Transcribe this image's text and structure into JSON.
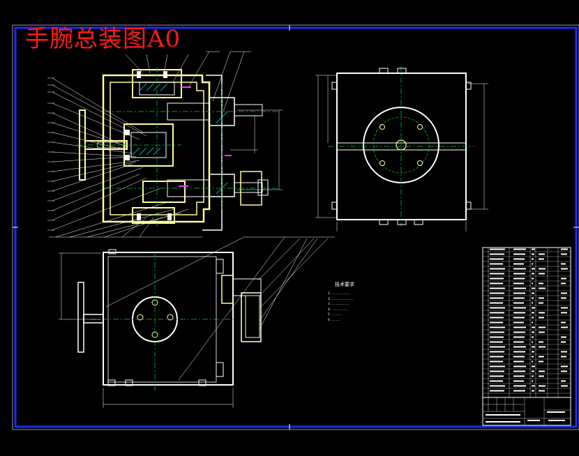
{
  "drawing": {
    "title": "手腕总装图A0",
    "notes_heading": "技术要求",
    "notes": [
      "1. ...................",
      "2. ......................",
      "3. ..................",
      "4. ................",
      "5. ..........",
      "6. ........"
    ]
  },
  "colors": {
    "background": "#000000",
    "border": "#1a2cff",
    "outline": "#ffffff",
    "part_fill": "#ffff99",
    "centerline": "#00cc44",
    "dimension": "#ffffff",
    "leader": "#ffffff",
    "title_text": "#ff1a1a",
    "hatch": "#00ffff",
    "magenta": "#ff33ff"
  }
}
